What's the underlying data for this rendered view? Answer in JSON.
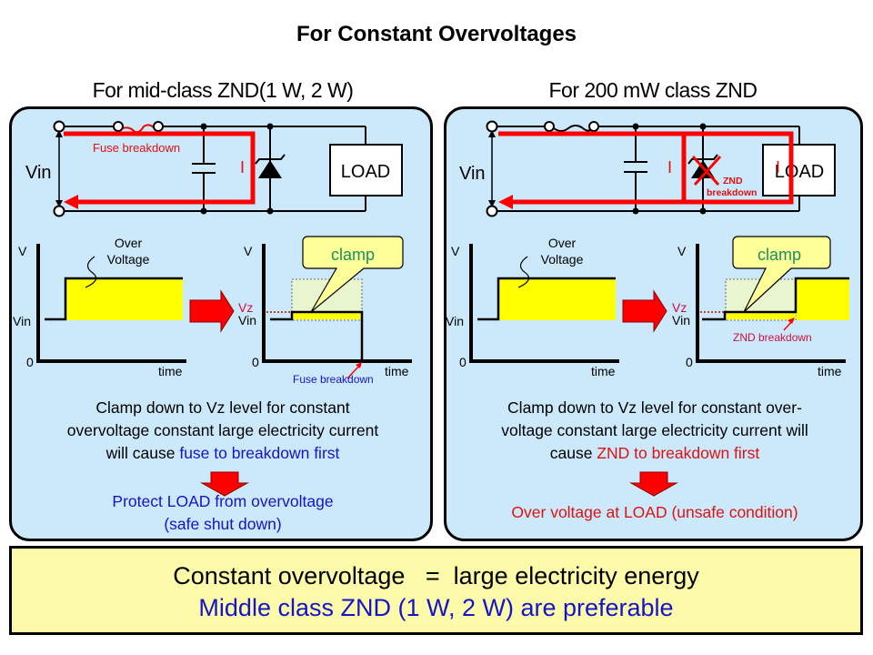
{
  "title": "For Constant Overvoltages",
  "colors": {
    "panel_bg": "#cce9fb",
    "current_path": "#ff0000",
    "waveform_fill": "#ffff00",
    "callout_fill": "#ffff99",
    "clamp_text": "#1a9060",
    "blue_text": "#1414c8",
    "red_text": "#e01010",
    "summary_bg": "#fdfaaa"
  },
  "left_panel": {
    "heading": "For mid-class ZND(1 W, 2 W)",
    "circuit": {
      "vin_label": "Vin",
      "load_label": "LOAD",
      "current_label": "I",
      "fuse_annotation": "Fuse breakdown"
    },
    "graph_before": {
      "y_label": "V",
      "vin_label": "Vin",
      "zero_label": "0",
      "x_label": "time",
      "annotation": "Over\nVoltage",
      "annotation_line1": "Over",
      "annotation_line2": "Voltage"
    },
    "graph_after": {
      "y_label": "V",
      "vz_label": "Vz",
      "vin_label": "Vin",
      "zero_label": "0",
      "x_label": "time",
      "callout": "clamp",
      "breakdown_annotation": "Fuse breakdown"
    },
    "description_plain": "Clamp down to Vz level for constant overvoltage constant large electricity current will cause ",
    "description_line1": "Clamp down to Vz level for constant",
    "description_line2": "overvoltage constant large electricity current",
    "description_line3_prefix": "will cause ",
    "description_highlight": "fuse to breakdown first",
    "result_line1": "Protect LOAD from overvoltage",
    "result_line2": "(safe shut down)"
  },
  "right_panel": {
    "heading": "For 200 mW class ZND",
    "circuit": {
      "vin_label": "Vin",
      "load_label": "LOAD",
      "current_label": "I",
      "current_label_2": "I",
      "znd_annotation_line1": "ZND",
      "znd_annotation_line2": "breakdown"
    },
    "graph_before": {
      "y_label": "V",
      "vin_label": "Vin",
      "zero_label": "0",
      "x_label": "time",
      "annotation_line1": "Over",
      "annotation_line2": "Voltage"
    },
    "graph_after": {
      "y_label": "V",
      "vz_label": "Vz",
      "vin_label": "Vin",
      "zero_label": "0",
      "x_label": "time",
      "callout": "clamp",
      "breakdown_annotation": "ZND  breakdown"
    },
    "description_line1": "Clamp down to Vz level for constant over-",
    "description_line2": "voltage constant large electricity current will",
    "description_line3_prefix": "cause ",
    "description_highlight": "ZND to breakdown first",
    "result_line1": "Over voltage at LOAD (unsafe condition)"
  },
  "summary": {
    "line1": "Constant overvoltage   =  large electricity energy",
    "line2": "Middle class ZND (1 W, 2 W) are preferable"
  },
  "icons": {
    "transition_arrow": "right-arrow-icon",
    "result_arrow": "down-arrow-icon"
  }
}
